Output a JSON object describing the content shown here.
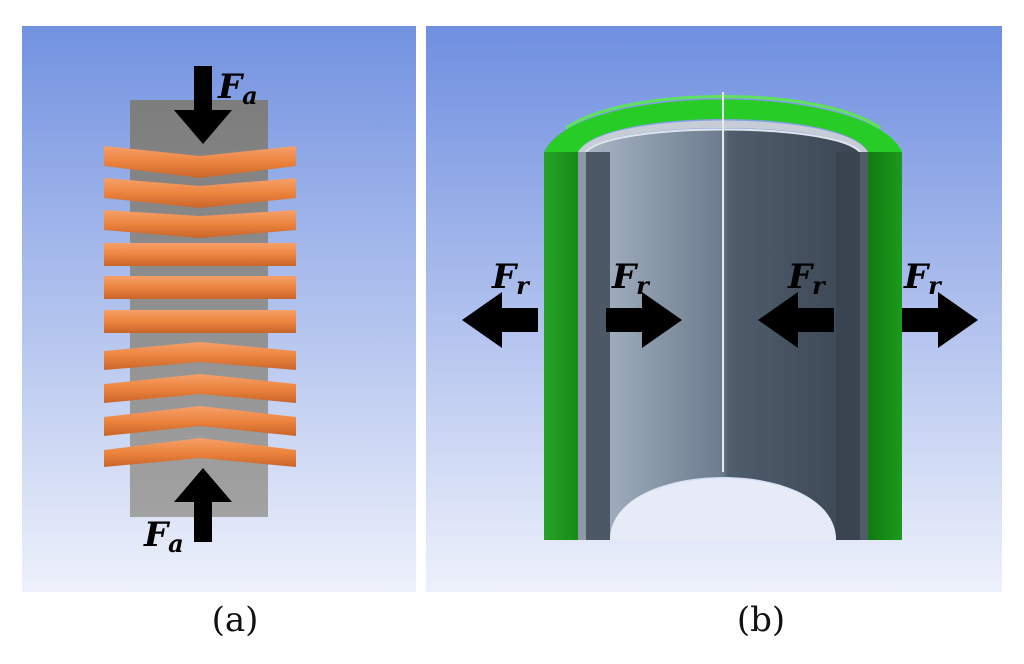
{
  "panels": [
    {
      "id": "a",
      "caption": "(a)",
      "force_symbol": "F",
      "force_subscript": "a"
    },
    {
      "id": "b",
      "caption": "(b)",
      "force_symbol": "F",
      "force_subscript": "r"
    }
  ],
  "colors": {
    "background_top": "#6f8fe0",
    "background_bottom": "#eef1fb",
    "core": "#8a8a8a",
    "spring_orange": "#ef8a45",
    "outer_shell_green": "#1fbf1f",
    "inner_cylinder_gray": "#6f7f90",
    "arrow": "#000000"
  }
}
